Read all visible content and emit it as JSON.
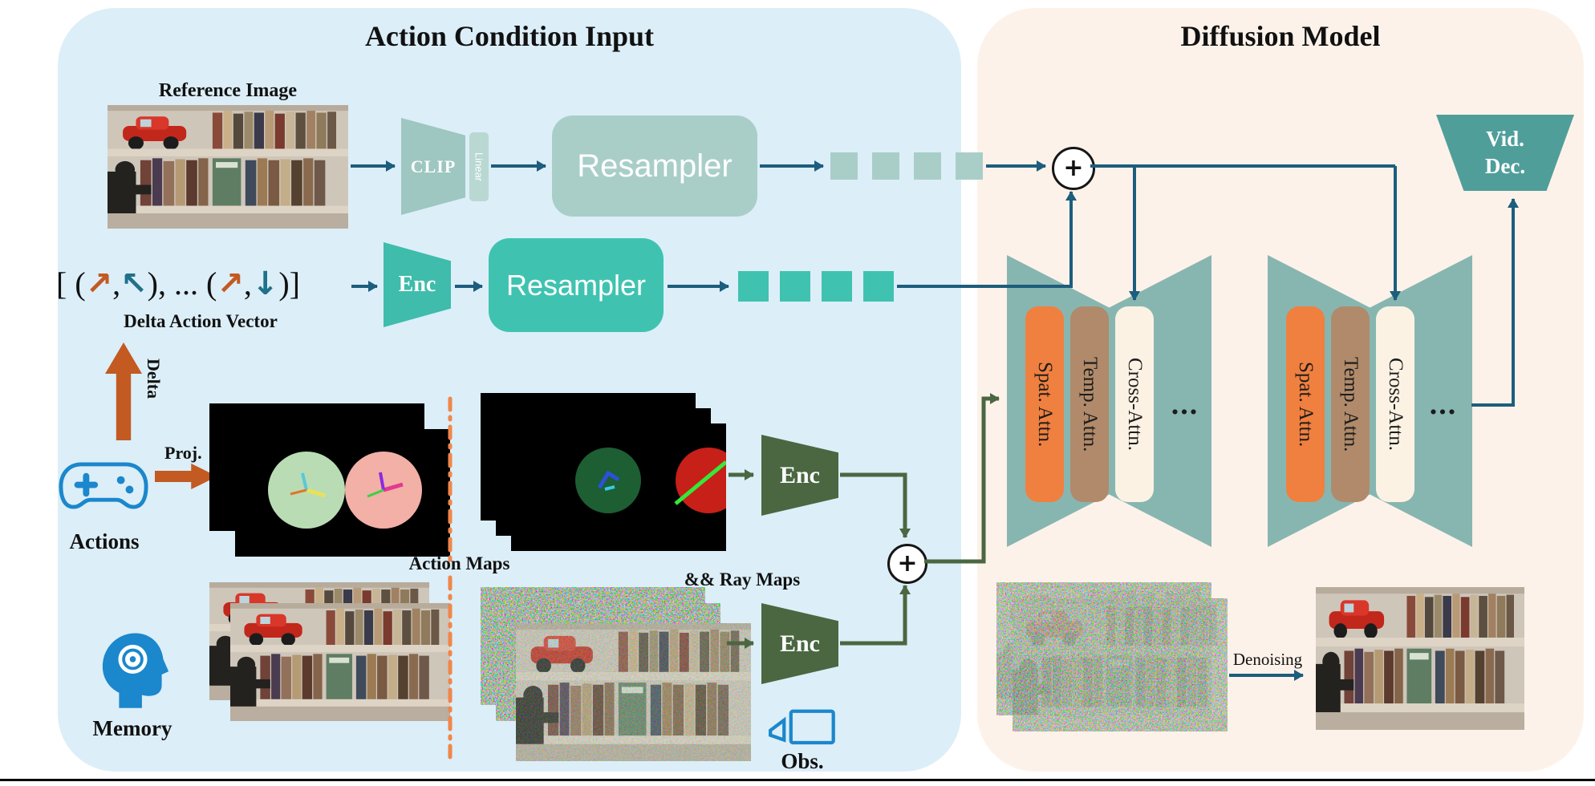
{
  "left_panel": {
    "title": "Action Condition Input",
    "reference_image_label": "Reference Image",
    "clip": "CLIP",
    "linear": "Linear",
    "resampler_top": "Resampler",
    "resampler_bottom": "Resampler",
    "enc_action": "Enc",
    "enc_map": "Enc",
    "enc_obs": "Enc",
    "delta_vector": {
      "prefix": "[ (",
      "arrow1": "↗",
      "sep1": ",",
      "arrow2": "↖",
      "mid": "), ... (",
      "arrow3": "↗",
      "sep2": ",",
      "arrow4": "↓",
      "suffix": ")]"
    },
    "delta_vector_label": "Delta Action Vector",
    "delta_label": "Delta",
    "proj_label": "Proj.",
    "actions_label": "Actions",
    "action_maps_label": "Action Maps",
    "ray_maps_label": "&& Ray Maps",
    "memory_label": "Memory",
    "obs_label": "Obs."
  },
  "right_panel": {
    "title": "Diffusion Model",
    "blocks": [
      {
        "bars": [
          "Spat. Attn.",
          "Temp. Attn.",
          "Cross-Attn."
        ]
      },
      {
        "bars": [
          "Spat. Attn.",
          "Temp. Attn.",
          "Cross-Attn."
        ]
      }
    ],
    "vid_dec_line1": "Vid.",
    "vid_dec_line2": "Dec.",
    "denoising_label": "Denoising"
  },
  "symbols": {
    "plus": "+",
    "ellipsis": "..."
  },
  "colors": {
    "left_panel_bg": "#dceef8",
    "right_panel_bg": "#fdf2e9",
    "teal": "#3fc3b0",
    "muted_teal": "#a9cec8",
    "clip_teal": "#9dc7c0",
    "unet_teal": "#87b6b1",
    "vid_dec_teal": "#4f9e9a",
    "spat_attn_orange": "#f0803f",
    "temp_attn_brown": "#b08a6a",
    "cross_attn_cream": "#fbf2e4",
    "dark_green": "#4a6741",
    "orange_arrow": "#c25a22",
    "blue_line": "#1d5d7d",
    "icon_blue": "#1b87cc"
  }
}
